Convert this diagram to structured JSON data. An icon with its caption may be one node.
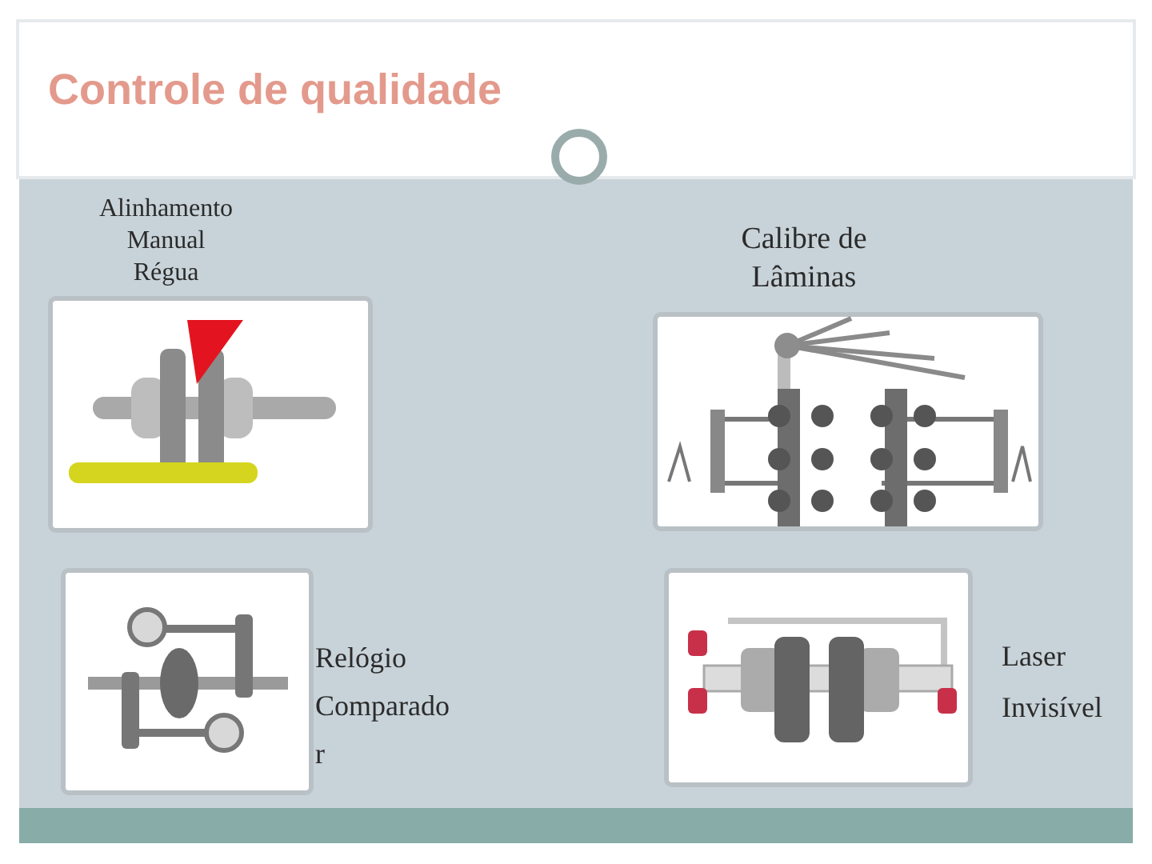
{
  "diagram": {
    "title": "Controle de qualidade",
    "nodes": [
      {
        "text": [],
        "shape": "picture",
        "beside": [
          "Alinhamento Manual Régua"
        ]
      },
      {
        "text": [],
        "shape": "picture",
        "beside": [
          "Calibre de Lâminas"
        ]
      },
      {
        "text": [],
        "shape": "picture",
        "beside": [
          "Relógio Comparador"
        ]
      },
      {
        "text": [],
        "shape": "picture",
        "beside": [
          "Laser Invisível"
        ]
      }
    ]
  }
}
